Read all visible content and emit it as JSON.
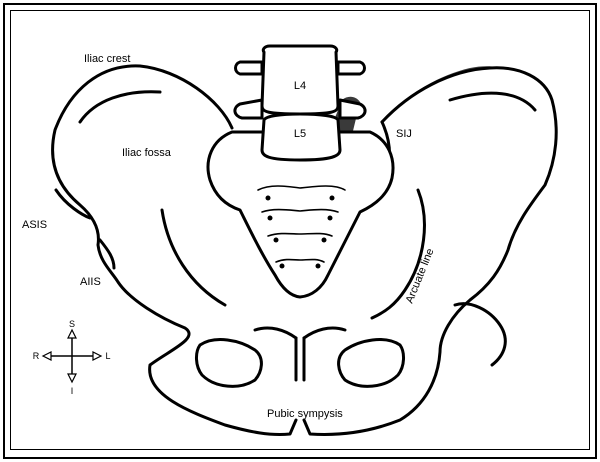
{
  "labels": {
    "iliac_crest": "Iliac crest",
    "iliac_fossa": "Iliac fossa",
    "asis": "ASIS",
    "aiis": "AIIS",
    "l4": "L4",
    "l5": "L5",
    "sij": "SIJ",
    "arcuate_line": "Arcuate line",
    "pubic_symphysis": "Pubic sympysis"
  },
  "compass": {
    "superior": "S",
    "inferior": "I",
    "right": "R",
    "left": "L"
  },
  "colors": {
    "outline": "#000000",
    "shade_dark": "#3a3a3a",
    "shade_light": "#bdbdbd",
    "background": "#ffffff"
  }
}
